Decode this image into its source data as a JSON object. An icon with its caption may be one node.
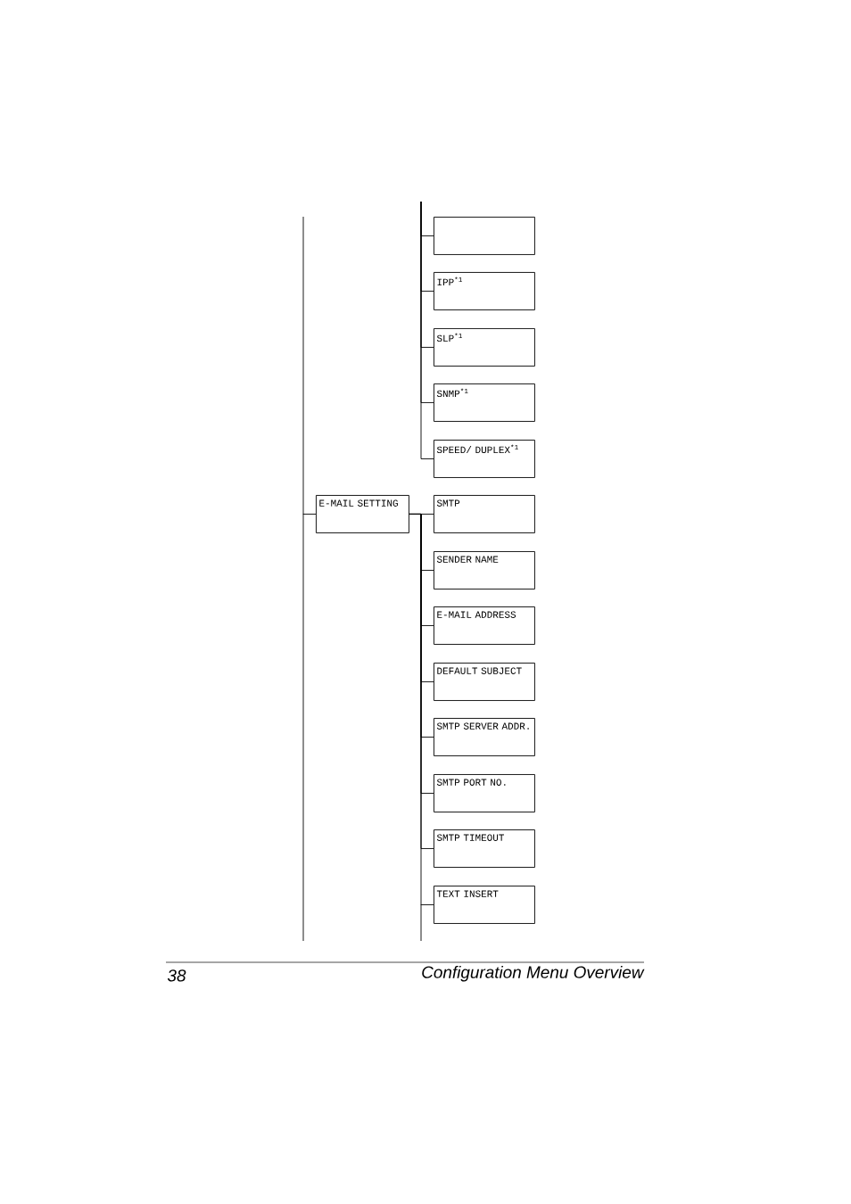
{
  "diagram": {
    "title": "Configuration Menu Overview",
    "nodes": [
      {
        "text": [],
        "shape": "box"
      },
      {
        "text": [
          "IPP$^{*1}$"
        ]
      },
      {
        "text": [
          "SLP$^{*1}$"
        ]
      },
      {
        "text": [
          "SNMP$^{*1}$"
        ]
      },
      {
        "text": [
          "SPEED/ DUPLEX$^{*1}$"
        ]
      },
      {
        "text": [
          "E-MAIL SETTING"
        ]
      },
      {
        "text": [
          "SMTP"
        ]
      },
      {
        "text": [
          "SENDER NAME"
        ]
      },
      {
        "text": [
          "E-MAIL ADDRESS"
        ]
      },
      {
        "text": [
          "DEFAULT SUBJECT"
        ]
      },
      {
        "text": [
          "SMTP SERVER ADDR."
        ]
      },
      {
        "text": [
          "SMTP PORT NO."
        ]
      },
      {
        "text": [
          "SMTP TIMEOUT"
        ]
      },
      {
        "text": [
          "TEXT INSERT"
        ]
      }
    ],
    "edges": [
      {
        "from": null,
        "to": 0,
        "arrow": "none"
      },
      {
        "from": null,
        "to": 1,
        "arrow": "none"
      },
      {
        "from": null,
        "to": 2,
        "arrow": "none"
      },
      {
        "from": null,
        "to": 3,
        "arrow": "none"
      },
      {
        "from": null,
        "to": 4,
        "arrow": "none"
      },
      {
        "from": null,
        "to": 5,
        "arrow": "none"
      },
      {
        "from": 5,
        "to": 6,
        "arrow": "none"
      },
      {
        "from": 5,
        "to": 7,
        "arrow": "none"
      },
      {
        "from": 5,
        "to": 8,
        "arrow": "none"
      },
      {
        "from": 5,
        "to": 9,
        "arrow": "none"
      },
      {
        "from": 5,
        "to": 10,
        "arrow": "none"
      },
      {
        "from": 5,
        "to": 11,
        "arrow": "none"
      },
      {
        "from": 5,
        "to": 12,
        "arrow": "none"
      },
      {
        "from": 5,
        "to": 13,
        "arrow": "none"
      }
    ],
    "labels": [
      "38"
    ]
  }
}
